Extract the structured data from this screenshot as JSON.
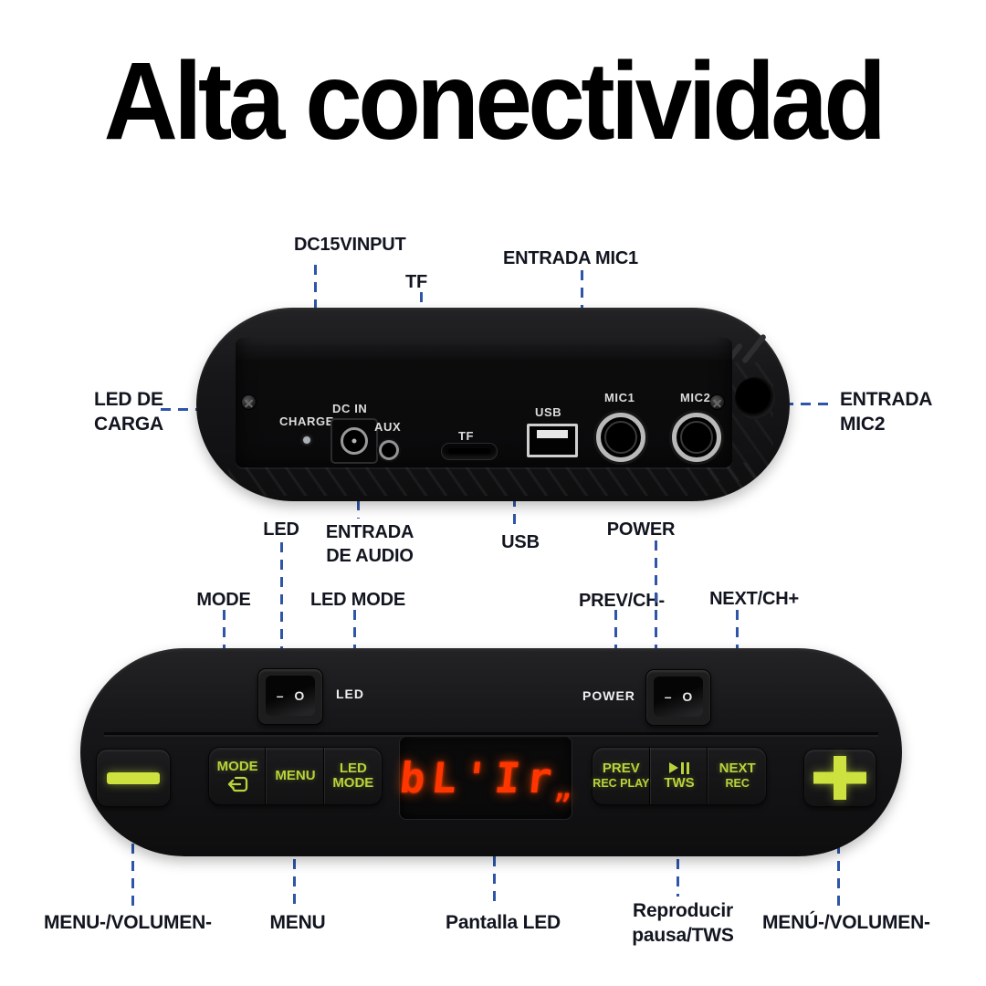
{
  "title": "Alta conectividad",
  "colors": {
    "leader_line": "#2e55a8",
    "label_text": "#12151f",
    "button_green": "#b7d43a",
    "bar_green": "#cde23e",
    "display_red": "#ff3600"
  },
  "back_panel": {
    "callouts": {
      "dc_input": "DC15VINPUT",
      "tf": "TF",
      "mic1": "ENTRADA MIC1",
      "charge_led": "LED DE\nCARGA",
      "mic2": "ENTRADA\nMIC2",
      "led": "LED",
      "audio_in": "ENTRADA\nDE AUDIO",
      "usb": "USB",
      "power": "POWER"
    },
    "ports": {
      "charge": "CHARGE",
      "dc_in": "DC IN",
      "aux": "AUX",
      "tf": "TF",
      "usb": "USB",
      "mic1": "MIC1",
      "mic2": "MIC2"
    }
  },
  "front_panel": {
    "switches": {
      "led": "LED",
      "power": "POWER",
      "rocker_dash": "–",
      "rocker_circle": "O"
    },
    "buttons": {
      "mode": "MODE",
      "menu": "MENU",
      "led_mode": "LED\nMODE",
      "prev": "PREV",
      "rec_play": "REC PLAY",
      "tws": "TWS",
      "next": "NEXT",
      "rec": "REC"
    },
    "display": {
      "text": "bL'Ir",
      "suffix": "„"
    },
    "callouts": {
      "mode": "MODE",
      "led_mode": "LED MODE",
      "prev_ch": "PREV/CH-",
      "next_ch": "NEXT/CH+",
      "menu_vol_left": "MENU-/VOLUMEN-",
      "menu": "MENU",
      "display": "Pantalla LED",
      "play_pause_tws": "Reproducir\npausa/TWS",
      "menu_vol_right": "MENÚ-/VOLUMEN-"
    }
  }
}
